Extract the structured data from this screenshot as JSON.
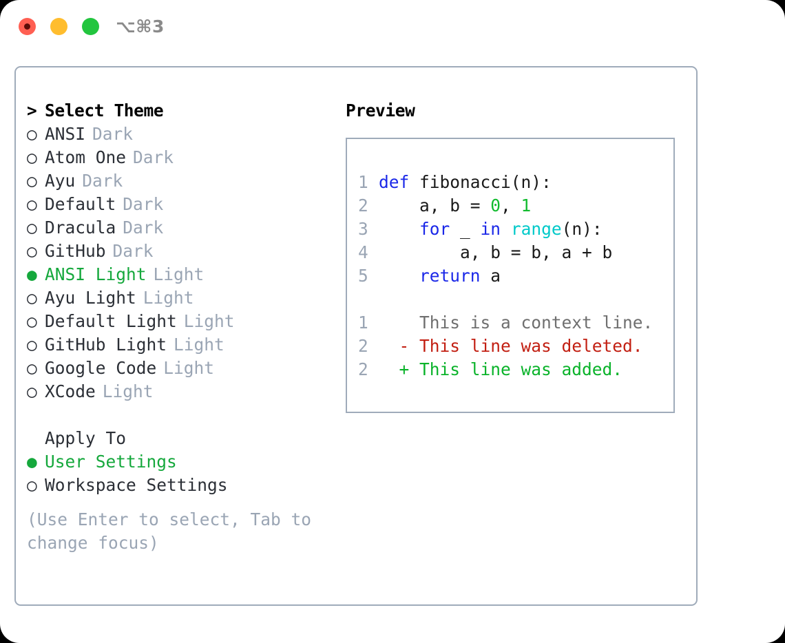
{
  "titlebar": {
    "shortcut": "⌥⌘3",
    "buttons": [
      {
        "name": "close",
        "color": "#ff5f52"
      },
      {
        "name": "minimize",
        "color": "#ffbd2e"
      },
      {
        "name": "zoom",
        "color": "#22c53e"
      }
    ]
  },
  "theme_picker": {
    "header_prefix": ">",
    "header": "Select Theme",
    "bullet_unselected": "○",
    "bullet_selected": "●",
    "items": [
      {
        "name": "ANSI",
        "variant": "Dark",
        "selected": false
      },
      {
        "name": "Atom One",
        "variant": "Dark",
        "selected": false
      },
      {
        "name": "Ayu",
        "variant": "Dark",
        "selected": false
      },
      {
        "name": "Default",
        "variant": "Dark",
        "selected": false
      },
      {
        "name": "Dracula",
        "variant": "Dark",
        "selected": false
      },
      {
        "name": "GitHub",
        "variant": "Dark",
        "selected": false
      },
      {
        "name": "ANSI Light",
        "variant": "Light",
        "selected": true
      },
      {
        "name": "Ayu Light",
        "variant": "Light",
        "selected": false
      },
      {
        "name": "Default Light",
        "variant": "Light",
        "selected": false
      },
      {
        "name": "GitHub Light",
        "variant": "Light",
        "selected": false
      },
      {
        "name": "Google Code",
        "variant": "Light",
        "selected": false
      },
      {
        "name": "XCode",
        "variant": "Light",
        "selected": false
      }
    ]
  },
  "apply_to": {
    "header": "Apply To",
    "items": [
      {
        "name": "User Settings",
        "selected": true
      },
      {
        "name": "Workspace Settings",
        "selected": false
      }
    ]
  },
  "hint": "(Use Enter to select, Tab to change focus)",
  "preview": {
    "title": "Preview",
    "code": [
      {
        "lnum": "1",
        "tokens": [
          {
            "t": "def ",
            "c": "kw"
          },
          {
            "t": "fibonacci(n):",
            "c": "txt"
          }
        ]
      },
      {
        "lnum": "2",
        "tokens": [
          {
            "t": "    a, b = ",
            "c": "txt"
          },
          {
            "t": "0",
            "c": "num"
          },
          {
            "t": ", ",
            "c": "txt"
          },
          {
            "t": "1",
            "c": "num"
          }
        ]
      },
      {
        "lnum": "3",
        "tokens": [
          {
            "t": "    ",
            "c": "txt"
          },
          {
            "t": "for",
            "c": "kw"
          },
          {
            "t": " _ ",
            "c": "txt"
          },
          {
            "t": "in",
            "c": "kw"
          },
          {
            "t": " ",
            "c": "txt"
          },
          {
            "t": "range",
            "c": "fn"
          },
          {
            "t": "(n):",
            "c": "txt"
          }
        ]
      },
      {
        "lnum": "4",
        "tokens": [
          {
            "t": "        a, b = b, a + b",
            "c": "txt"
          }
        ]
      },
      {
        "lnum": "5",
        "tokens": [
          {
            "t": "    ",
            "c": "txt"
          },
          {
            "t": "return",
            "c": "kw"
          },
          {
            "t": " a",
            "c": "txt"
          }
        ]
      }
    ],
    "diff": [
      {
        "lnum": "1",
        "marker": " ",
        "text": "This is a context line.",
        "kind": "ctx"
      },
      {
        "lnum": "2",
        "marker": "-",
        "text": "This line was deleted.",
        "kind": "del"
      },
      {
        "lnum": "2",
        "marker": "+",
        "text": "This line was added.",
        "kind": "add"
      }
    ]
  },
  "colors": {
    "accent_green": "#15a83c",
    "muted": "#9aa5b4",
    "border": "#9fabba",
    "keyword": "#1b28e8",
    "function": "#00c9c9",
    "number": "#11bb2e",
    "diff_delete": "#c21f12",
    "diff_add": "#0ab32a"
  }
}
